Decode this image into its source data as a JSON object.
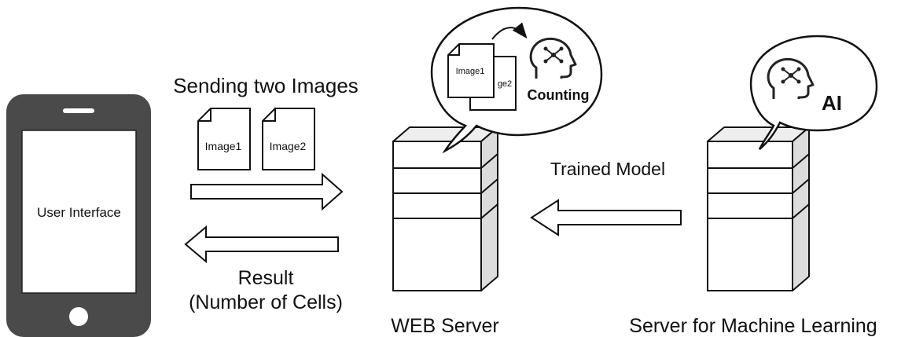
{
  "phone": {
    "screen_label": "User Interface"
  },
  "arrows": {
    "send_label": "Sending two Images",
    "result_label_line1": "Result",
    "result_label_line2": "(Number of Cells)",
    "model_label": "Trained Model"
  },
  "documents": {
    "image1": "Image1",
    "image2": "Image2",
    "bubble_image1": "Image1",
    "bubble_image2_partial": "ge2"
  },
  "web_server": {
    "label": "WEB Server",
    "bubble_text": "Counting",
    "bubble_icon": "ai-head-icon"
  },
  "ml_server": {
    "label": "Server for Machine Learning",
    "bubble_text": "AI",
    "bubble_icon": "ai-head-icon"
  },
  "colors": {
    "phone_body": "#4a4a4a",
    "server_side": "#dcdcdc",
    "server_top": "#eeeeee",
    "outline": "#111111"
  }
}
